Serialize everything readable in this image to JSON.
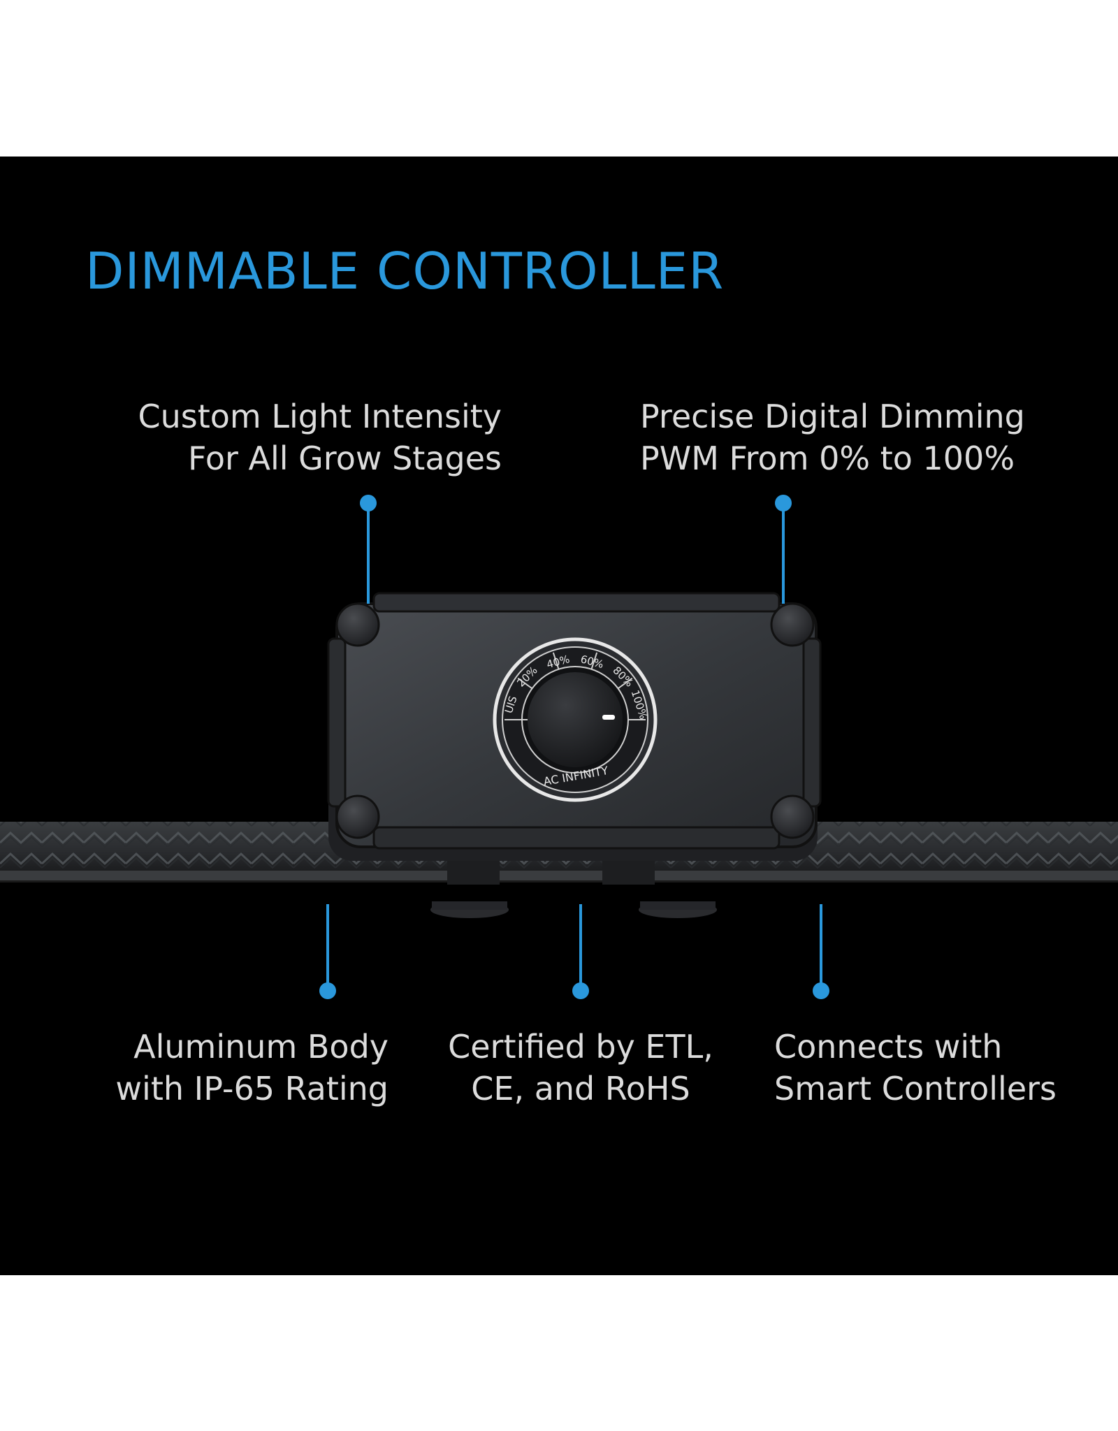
{
  "title": "DIMMABLE CONTROLLER",
  "accent_color": "#2a98dc",
  "features_top": [
    {
      "line1": "Custom Light Intensity",
      "line2": "For All Grow Stages"
    },
    {
      "line1": "Precise Digital Dimming",
      "line2": "PWM From 0% to 100%"
    }
  ],
  "features_bottom": [
    {
      "line1": "Aluminum Body",
      "line2": "with IP-65 Rating"
    },
    {
      "line1": "Certified by ETL,",
      "line2": "CE, and RoHS"
    },
    {
      "line1": "Connects with",
      "line2": "Smart Controllers"
    }
  ],
  "dial": {
    "labels": [
      "UIS",
      "20%",
      "40%",
      "60%",
      "80%",
      "100%"
    ],
    "brand": "AC INFINITY"
  }
}
